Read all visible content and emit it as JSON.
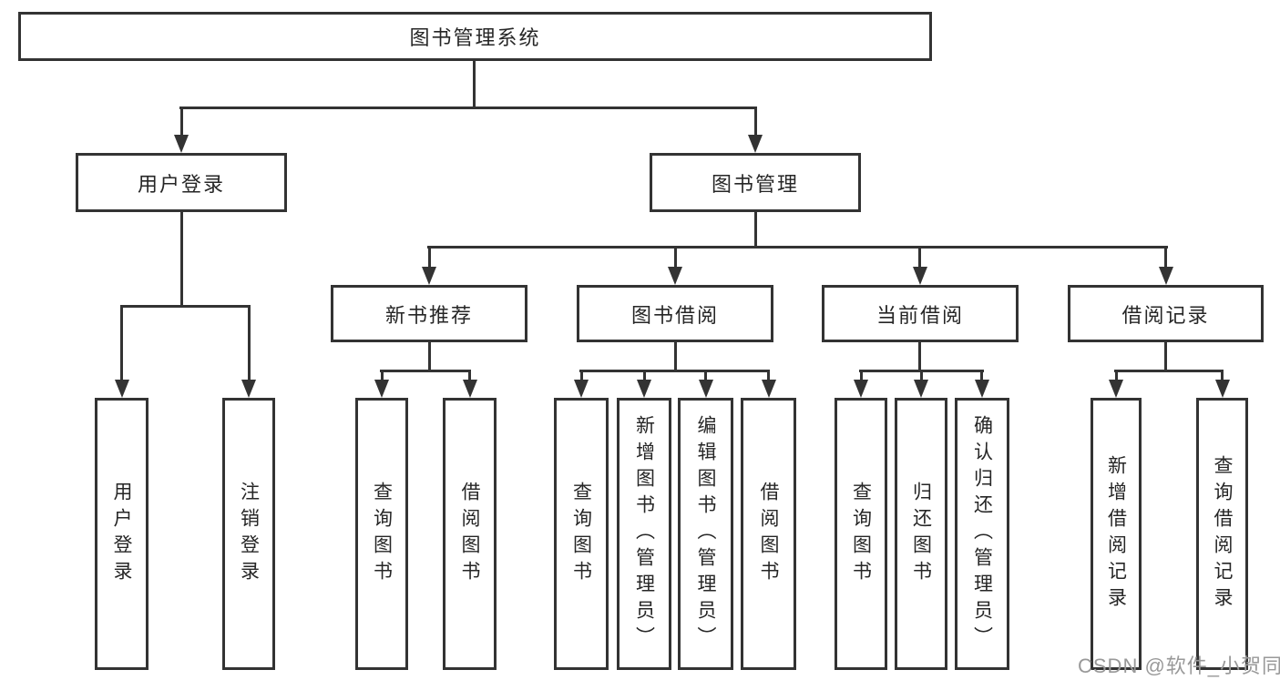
{
  "diagram_title": "图书管理系统",
  "colors": {
    "background": "#ffffff",
    "line": "#333333",
    "box_border": "#333333",
    "text": "#262626",
    "watermark": "#999999"
  },
  "nodes": {
    "root": "图书管理系统",
    "user_login": "用户登录",
    "book_mgmt": "图书管理",
    "new_book_rec": "新书推荐",
    "book_borrow": "图书借阅",
    "current_borrow": "当前借阅",
    "borrow_record": "借阅记录",
    "ul_login": "用户登录",
    "ul_logout": "注销登录",
    "nb_query": "查询图书",
    "nb_borrow": "借阅图书",
    "bb_query": "查询图书",
    "bb_add": "新增图书（管理员）",
    "bb_edit": "编辑图书（管理员）",
    "bb_borrow": "借阅图书",
    "cb_query": "查询图书",
    "cb_return": "归还图书",
    "cb_confirm": "确认归还（管理员）",
    "br_add": "新增借阅记录",
    "br_query": "查询借阅记录"
  },
  "hierarchy": {
    "图书管理系统": {
      "用户登录": [
        "用户登录",
        "注销登录"
      ],
      "图书管理": {
        "新书推荐": [
          "查询图书",
          "借阅图书"
        ],
        "图书借阅": [
          "查询图书",
          "新增图书（管理员）",
          "编辑图书（管理员）",
          "借阅图书"
        ],
        "当前借阅": [
          "查询图书",
          "归还图书",
          "确认归还（管理员）"
        ],
        "借阅记录": [
          "新增借阅记录",
          "查询借阅记录"
        ]
      }
    }
  },
  "watermark": {
    "text": "CSDN @软件_小贺同学"
  }
}
